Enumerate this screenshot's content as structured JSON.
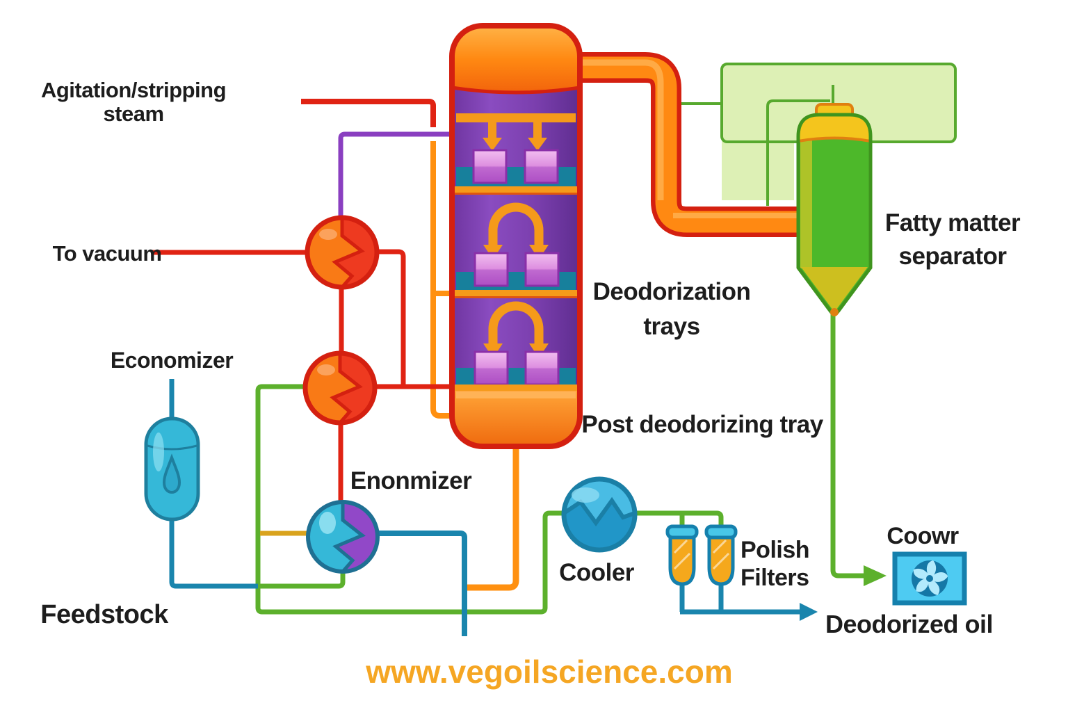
{
  "labels": {
    "agitation_line1": "Agitation/stripping",
    "agitation_line2": "steam",
    "to_vacuum": "To vacuum",
    "economizer": "Economizer",
    "feedstock": "Feedstock",
    "enonmizer": "Enonmizer",
    "deodorization_line1": "Deodorization",
    "deodorization_line2": "trays",
    "post_deodorizing": "Post deodorizing tray",
    "fatty_line1": "Fatty matter",
    "fatty_line2": "separator",
    "cooler": "Cooler",
    "polish_line1": "Polish",
    "polish_line2": "Filters",
    "coowr": "Coowr",
    "deodorized_oil": "Deodorized oil",
    "watermark": "www.vegoilscience.com"
  },
  "icons": {
    "deodorizer_column": "column-icon",
    "heat_exchanger_hot_1": "heat-exchanger-icon",
    "heat_exchanger_hot_2": "heat-exchanger-icon",
    "economizer_exchanger": "heat-exchanger-icon",
    "economizer_vessel": "vessel-icon",
    "fatty_matter_separator": "separator-vessel-icon",
    "cooler_exchanger": "cooler-icon",
    "polish_filter_1": "filter-tube-icon",
    "polish_filter_2": "filter-tube-icon",
    "fan_unit": "fan-icon",
    "down_arrow_trays": "down-arrow-icon",
    "arch_arrow_trays": "arch-arrow-icon"
  },
  "colors": {
    "line_red": "#e02313",
    "line_orange": "#ff9010",
    "line_purple": "#8a3fc0",
    "line_green": "#5cb02c",
    "line_teal": "#1a85ad",
    "line_gold": "#d9a31d",
    "column_purple": "#7b3fae",
    "column_orange": "#ff8912",
    "column_border_red": "#d42010",
    "tray_band_teal": "#17809c",
    "tray_ring_orange": "#f59a1a",
    "tray_box_pink": "#d98fd6",
    "pale_green_panel": "#ddf0b5",
    "vessel_green": "#4db82a",
    "vessel_yellow": "#f4c51d",
    "cooler_blue": "#2fa7d4",
    "exchanger_orange": "#f97a16",
    "exchanger_red": "#ee3a20",
    "enonmizer_purple": "#9148c8",
    "economizer_blue": "#35b8d8",
    "filter_orange": "#f5a81c",
    "fan_box_blue": "#4ecbf2",
    "watermark_orange": "#f5a623"
  }
}
